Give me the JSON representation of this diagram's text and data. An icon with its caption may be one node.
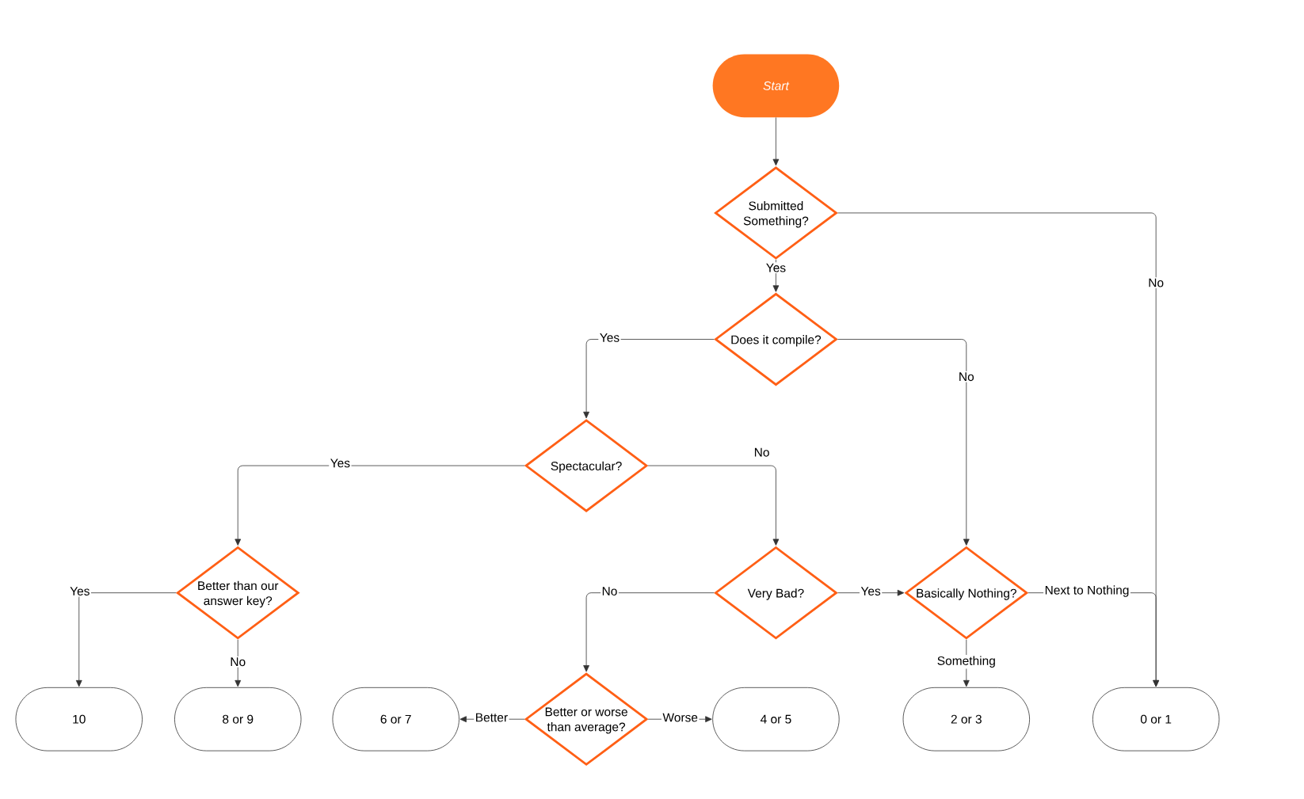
{
  "diagram": {
    "nodes": [
      {
        "text": [
          "Start"
        ]
      },
      {
        "text": [
          "Submitted Something?"
        ]
      },
      {
        "text": [
          "Does it compile?"
        ]
      },
      {
        "text": [
          "Spectacular?"
        ]
      },
      {
        "text": [
          "Better than our answer key?"
        ]
      },
      {
        "text": [
          "Very Bad?"
        ]
      },
      {
        "text": [
          "Basically Nothing?"
        ]
      },
      {
        "text": [
          "Better or worse than average?"
        ]
      },
      {
        "text": [
          "10"
        ]
      },
      {
        "text": [
          "8 or 9"
        ]
      },
      {
        "text": [
          "6 or 7"
        ]
      },
      {
        "text": [
          "4 or 5"
        ]
      },
      {
        "text": [
          "2 or 3"
        ]
      },
      {
        "text": [
          "0 or 1"
        ]
      }
    ],
    "edges": [
      {
        "from": 0,
        "to": 1,
        "arrow": "to"
      },
      {
        "from": 1,
        "to": 13,
        "arrow": "to",
        "label": "No"
      },
      {
        "from": 1,
        "to": 2,
        "arrow": "to",
        "label": "Yes"
      },
      {
        "from": 2,
        "to": 3,
        "arrow": "to",
        "label": "Yes"
      },
      {
        "from": 2,
        "to": 6,
        "arrow": "to",
        "label": "No"
      },
      {
        "from": 3,
        "to": 4,
        "arrow": "to",
        "label": "Yes"
      },
      {
        "from": 3,
        "to": 5,
        "arrow": "to",
        "label": "No"
      },
      {
        "from": 4,
        "to": 8,
        "arrow": "to",
        "label": "Yes"
      },
      {
        "from": 4,
        "to": 9,
        "arrow": "to",
        "label": "No"
      },
      {
        "from": 5,
        "to": 7,
        "arrow": "to",
        "label": "No"
      },
      {
        "from": 5,
        "to": 6,
        "arrow": "to",
        "label": "Yes"
      },
      {
        "from": 6,
        "to": 13,
        "arrow": "to",
        "label": "Next to Nothing"
      },
      {
        "from": 6,
        "to": 12,
        "arrow": "to",
        "label": "Something"
      },
      {
        "from": 7,
        "to": 10,
        "arrow": "to",
        "label": "Better"
      },
      {
        "from": 7,
        "to": 11,
        "arrow": "to",
        "label": "Worse"
      }
    ]
  }
}
